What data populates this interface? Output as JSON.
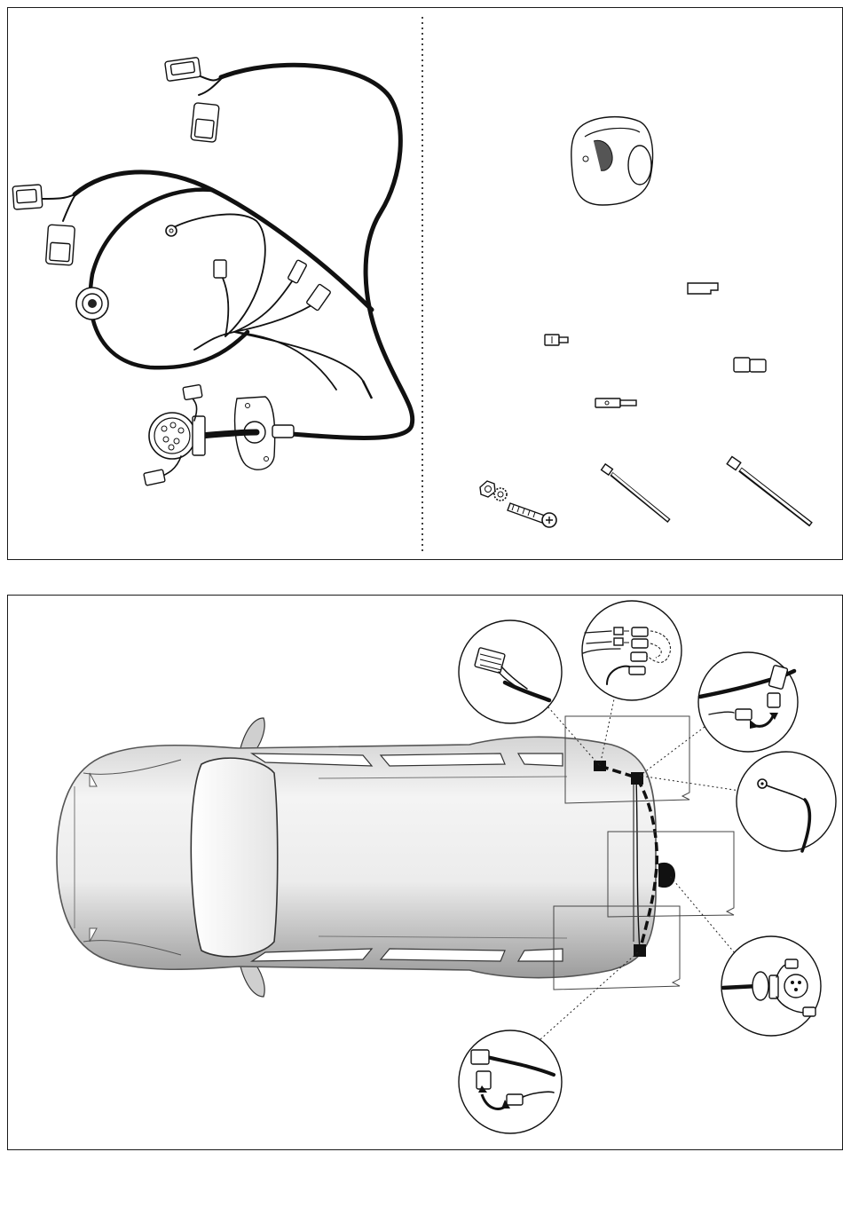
{
  "colors": {
    "line": "#111111",
    "car_body_light": "#f2f2f2",
    "car_body_mid": "#cfcfcf",
    "car_body_dark": "#9a9a9a",
    "background": "#ffffff"
  },
  "top_panel": {
    "left_section": {
      "items": [
        {
          "name": "vehicle-connector-pair-upper",
          "icon": "connector-pair-icon"
        },
        {
          "name": "vehicle-connector-pair-left",
          "icon": "connector-pair-icon"
        },
        {
          "name": "grommet",
          "icon": "grommet-icon"
        },
        {
          "name": "ring-terminal",
          "icon": "ring-terminal-icon"
        },
        {
          "name": "spade-connectors",
          "icon": "spade-connector-icon"
        },
        {
          "name": "socket-assembly-with-mounting-plate",
          "icon": "trailer-socket-icon"
        }
      ]
    },
    "right_section": {
      "items": [
        {
          "name": "socket-cover",
          "icon": "socket-cover-icon"
        },
        {
          "name": "connector-housing-small",
          "icon": "connector-housing-icon"
        },
        {
          "name": "spade-terminal-male",
          "icon": "spade-terminal-icon"
        },
        {
          "name": "connector-housing-double",
          "icon": "connector-housing-icon"
        },
        {
          "name": "flat-terminal",
          "icon": "flat-terminal-icon"
        },
        {
          "name": "screw-nut-washer",
          "icon": "screw-icon"
        },
        {
          "name": "cable-tie-short",
          "icon": "cable-tie-icon"
        },
        {
          "name": "cable-tie-long",
          "icon": "cable-tie-icon"
        }
      ]
    }
  },
  "bottom_panel": {
    "view": "vehicle-top-view",
    "detail_callouts": [
      {
        "name": "detail-multi-pin-connector",
        "icon": "multi-pin-connector-icon"
      },
      {
        "name": "detail-splice-connections",
        "icon": "splice-icon"
      },
      {
        "name": "detail-connector-plug-in-upper",
        "icon": "connector-pair-icon"
      },
      {
        "name": "detail-ground-ring-terminal",
        "icon": "ring-terminal-icon"
      },
      {
        "name": "detail-socket-mounting",
        "icon": "trailer-socket-icon"
      },
      {
        "name": "detail-connector-plug-in-lower",
        "icon": "connector-pair-icon"
      }
    ]
  }
}
